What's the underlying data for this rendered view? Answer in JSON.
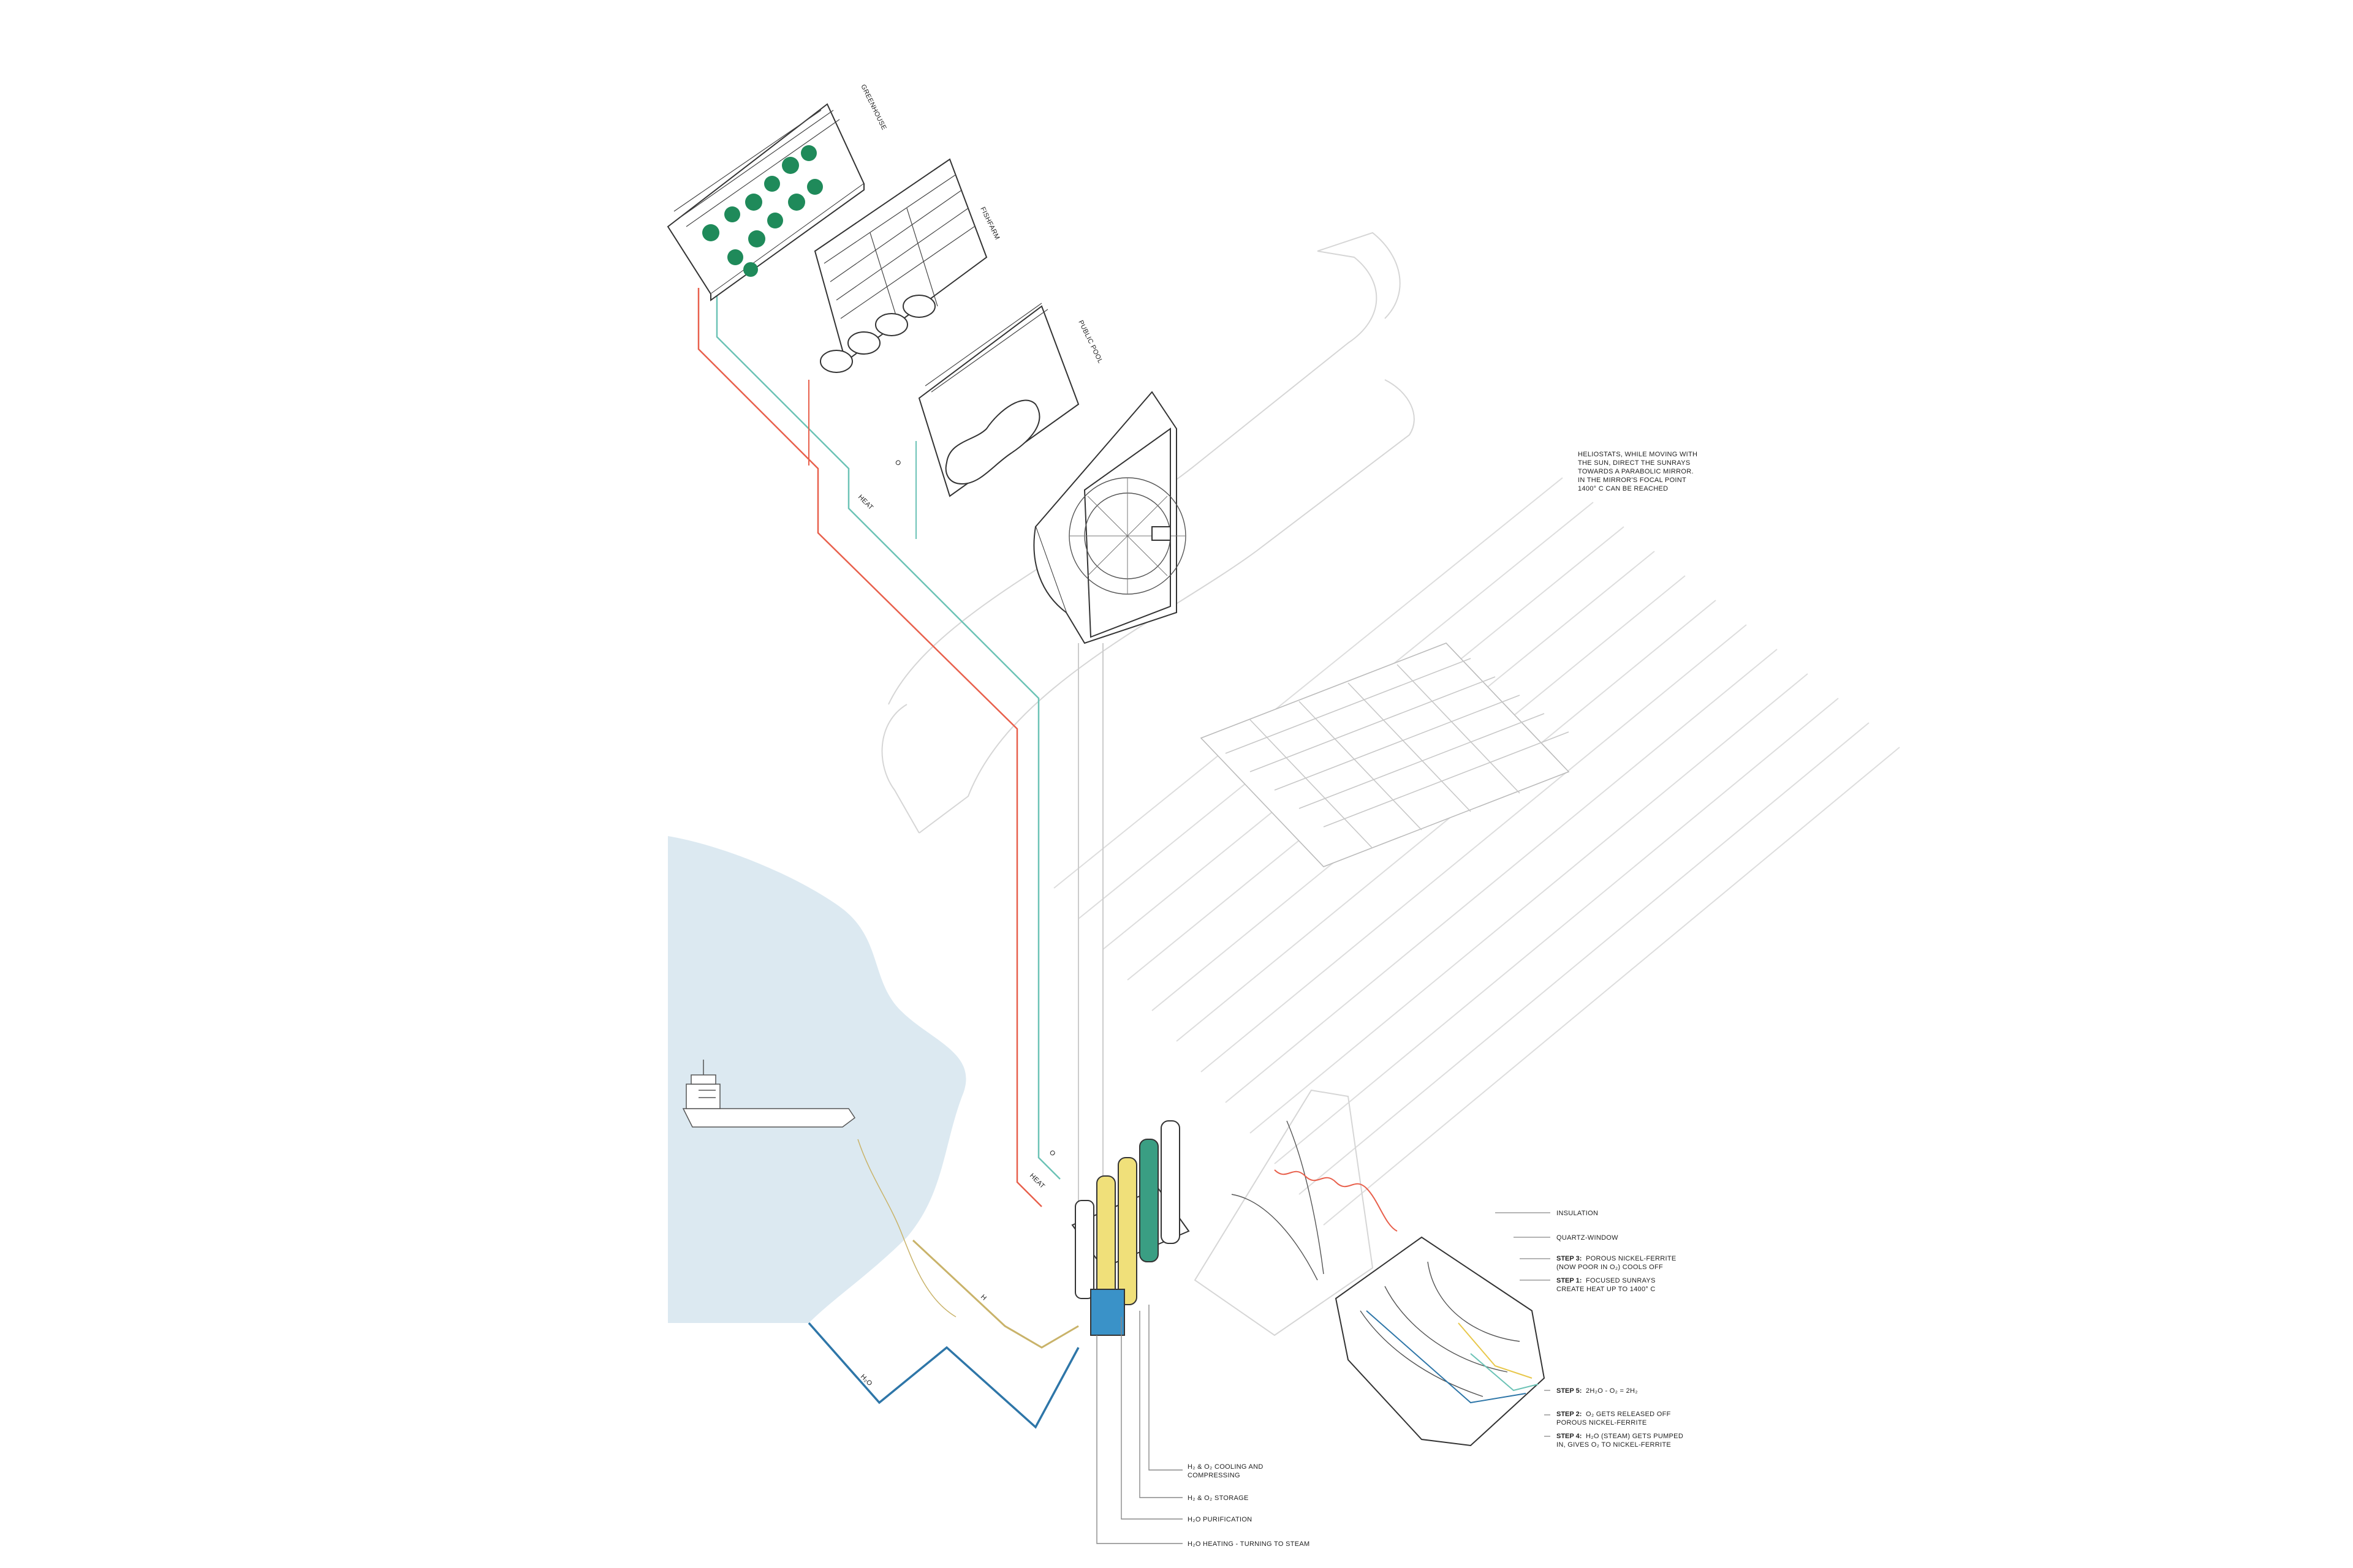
{
  "colors": {
    "heat": "#e8604c",
    "oxygen": "#6cc3b6",
    "water": "#2e76a8",
    "h2": "#c9b36a",
    "sea": "#dce9f1",
    "plants": "#1f8a5a",
    "tank_yellow": "#f0e07a",
    "tank_green": "#3a9e83",
    "tank_blue": "#3a92c8"
  },
  "modules": {
    "greenhouse": "GREENHOUSE",
    "fishfarm": "FISHFARM",
    "pool": "PUBLIC POOL"
  },
  "pipes": {
    "heat_upper": "HEAT",
    "heat_lower": "HEAT",
    "o2_upper": "O",
    "o2_lower": "O",
    "h2o": "H₂O",
    "h2": "H"
  },
  "heliostat_note": [
    "HELIOSTATS, WHILE MOVING WITH",
    "THE SUN, DIRECT THE SUNRAYS",
    "TOWARDS A PARABOLIC MIRROR.",
    "IN THE MIRROR'S FOCAL POINT",
    "1400° C CAN BE REACHED"
  ],
  "reactor": {
    "insulation": "INSULATION",
    "quartz": "QUARTZ-WINDOW",
    "step3_bold": "STEP 3:",
    "step3_line1": "POROUS NICKEL-FERRITE",
    "step3_line2": "(NOW POOR IN O₂) COOLS OFF",
    "step1_bold": "STEP 1:",
    "step1_line1": "FOCUSED SUNRAYS",
    "step1_line2": "CREATE HEAT UP TO 1400° C",
    "step5_bold": "STEP 5:",
    "step5_text": "2H₂O - O₂ = 2H₂",
    "step2_bold": "STEP 2:",
    "step2_line1": "O₂ GETS RELEASED OFF",
    "step2_line2": "POROUS NICKEL-FERRITE",
    "step4_bold": "STEP 4:",
    "step4_line1": "H₂O (STEAM) GETS PUMPED",
    "step4_line2": "IN, GIVES O₂ TO NICKEL-FERRITE"
  },
  "plant_labels": {
    "cooling_line1": "H₂ & O₂ COOLING AND",
    "cooling_line2": "COMPRESSING",
    "storage": "H₂ & O₂ STORAGE",
    "purification": "H₂O PURIFICATION",
    "heating": "H₂O HEATING - TURNING TO STEAM"
  }
}
